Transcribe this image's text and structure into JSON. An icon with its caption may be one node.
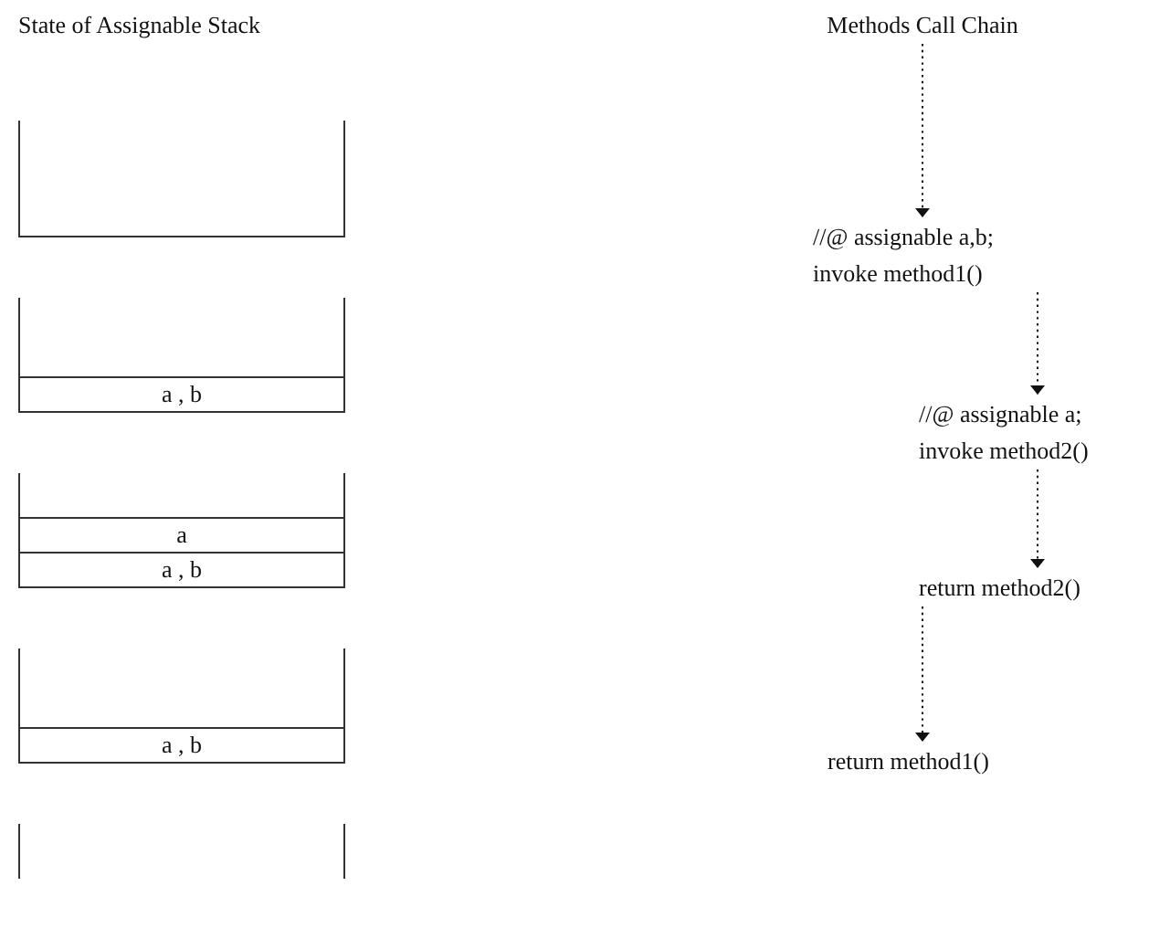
{
  "diagram": {
    "nodes": [
      {
        "text": [
          "Methods Call Chain"
        ]
      },
      {
        "text": [
          "//@ assignable a,b; invoke method1()"
        ]
      },
      {
        "text": [
          "//@ assignable a; invoke method2()"
        ]
      },
      {
        "text": [
          "return method2()"
        ]
      },
      {
        "text": [
          "return method1()"
        ]
      },
      {
        "text": [],
        "shape": "box"
      },
      {
        "text": [],
        "shape": "box"
      },
      {
        "text": [
          "a , b"
        ],
        "in": 6
      },
      {
        "text": [],
        "shape": "box"
      },
      {
        "text": [
          "a"
        ],
        "in": 8
      },
      {
        "text": [
          "a , b"
        ],
        "in": 8
      },
      {
        "text": [],
        "shape": "box"
      },
      {
        "text": [
          "a , b"
        ],
        "in": 11
      },
      {
        "text": [],
        "shape": "box"
      }
    ],
    "edges": [
      {
        "from": 0,
        "to": 1,
        "arrow": "to",
        "style": "dashed"
      },
      {
        "from": 1,
        "to": 2,
        "arrow": "to",
        "style": "dashed"
      },
      {
        "from": 2,
        "to": 3,
        "arrow": "to",
        "style": "dashed"
      },
      {
        "from": 3,
        "to": 4,
        "arrow": "to",
        "style": "dashed"
      }
    ],
    "labels": [
      "State of Assignable Stack"
    ]
  }
}
